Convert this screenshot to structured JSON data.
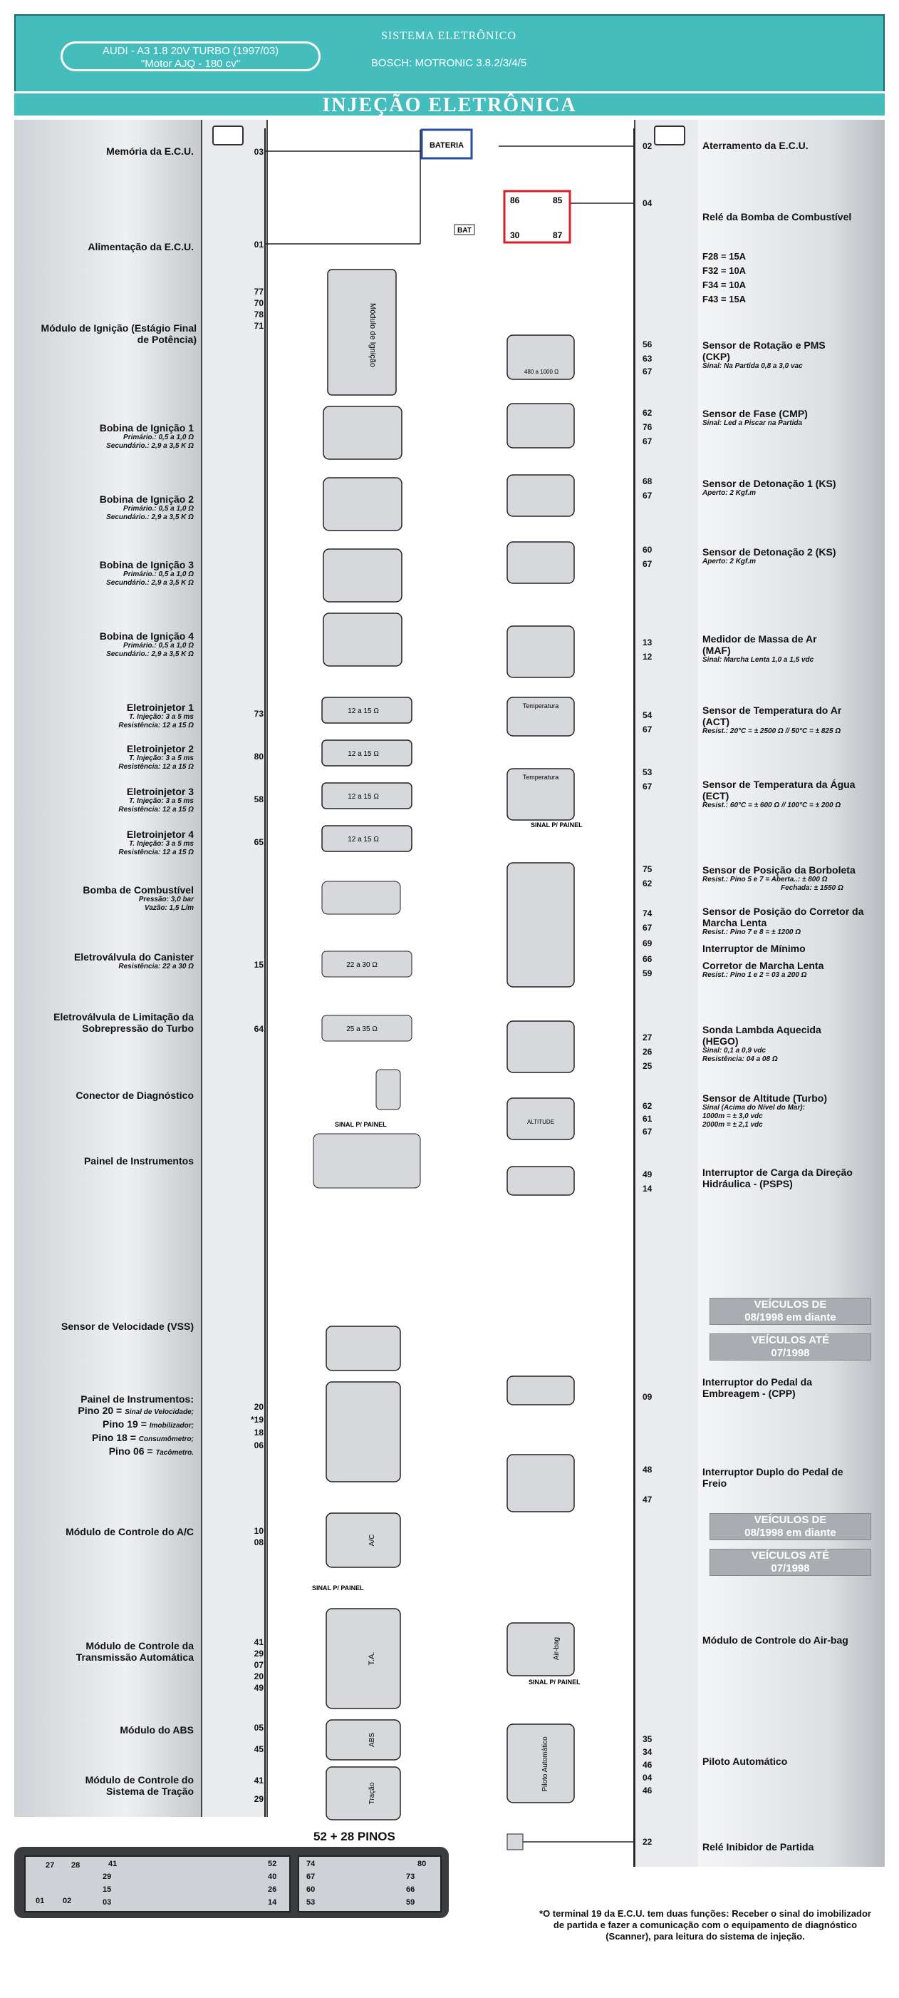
{
  "header": {
    "car_line1": "AUDI - A3 1.8 20V TURBO (1997/03)",
    "car_line2": "\"Motor AJQ - 180 cv\"",
    "system_title": "SISTEMA ELETRÔNICO",
    "system_subtitle": "BOSCH: MOTRONIC 3.8.2/3/4/5",
    "main_title": "INJEÇÃO ELETRÔNICA"
  },
  "left_components": [
    {
      "name": "Memória da E.C.U.",
      "sub": ""
    },
    {
      "name": "Alimentação da E.C.U.",
      "sub": ""
    },
    {
      "name": "Módulo de Ignição (Estágio Final de Potência)",
      "sub": ""
    },
    {
      "name": "Bobina de Ignição 1",
      "sub1": "Primário.: 0,5 a 1,0 Ω",
      "sub2": "Secundário.: 2,9 a 3,5 K Ω"
    },
    {
      "name": "Bobina de Ignição 2",
      "sub1": "Primário.: 0,5 a 1,0 Ω",
      "sub2": "Secundário.: 2,9 a 3,5 K Ω"
    },
    {
      "name": "Bobina de Ignição 3",
      "sub1": "Primário.: 0,5 a 1,0 Ω",
      "sub2": "Secundário.: 2,9 a 3,5 K Ω"
    },
    {
      "name": "Bobina de Ignição 4",
      "sub1": "Primário.: 0,5 a 1,0 Ω",
      "sub2": "Secundário.: 2,9 a 3,5 K Ω"
    },
    {
      "name": "Eletroinjetor 1",
      "sub1": "T. Injeção: 3 a 5 ms",
      "sub2": "Resistência: 12 a 15 Ω"
    },
    {
      "name": "Eletroinjetor 2",
      "sub1": "T. Injeção: 3 a 5 ms",
      "sub2": "Resistência: 12 a 15 Ω"
    },
    {
      "name": "Eletroinjetor 3",
      "sub1": "T. Injeção: 3 a 5 ms",
      "sub2": "Resistência: 12 a 15 Ω"
    },
    {
      "name": "Eletroinjetor 4",
      "sub1": "T. Injeção: 3 a 5 ms",
      "sub2": "Resistência: 12 a 15 Ω"
    },
    {
      "name": "Bomba de Combustível",
      "sub1": "Pressão: 3,0 bar",
      "sub2": "Vazão: 1,5 L/m"
    },
    {
      "name": "Eletroválvula do Canister",
      "sub1": "Resistência: 22 a 30 Ω",
      "sub2": ""
    },
    {
      "name": "Eletroválvula de Limitação da Sobrepressão do Turbo",
      "sub1": "",
      "sub2": ""
    },
    {
      "name": "Conector de Diagnóstico",
      "sub1": "",
      "sub2": ""
    },
    {
      "name": "Painel de Instrumentos",
      "sub1": "",
      "sub2": ""
    },
    {
      "name": "Sensor de Velocidade (VSS)",
      "sub1": "",
      "sub2": ""
    },
    {
      "name": "Painel de Instrumentos:",
      "sub1": "",
      "sub2": ""
    },
    {
      "name": "Módulo de Controle do A/C",
      "sub1": "",
      "sub2": ""
    },
    {
      "name": "Módulo de Controle da Transmissão Automática",
      "sub1": "",
      "sub2": ""
    },
    {
      "name": "Módulo do ABS",
      "sub1": "",
      "sub2": ""
    },
    {
      "name": "Módulo de Controle do Sistema de Tração",
      "sub1": "",
      "sub2": ""
    }
  ],
  "panel_pins": [
    {
      "pin": "Pino 20 =",
      "desc": "Sinal de Velocidade;"
    },
    {
      "pin": "Pino 19 =",
      "desc": "Imobilizador;"
    },
    {
      "pin": "Pino 18 =",
      "desc": "Consumômetro;"
    },
    {
      "pin": "Pino 06 =",
      "desc": "Tacômetro."
    }
  ],
  "right_components": [
    {
      "name": "Aterramento da E.C.U.",
      "sub": ""
    },
    {
      "name": "Relé da Bomba de Combustível",
      "sub": ""
    },
    {
      "name": "Sensor de Rotação e PMS (CKP)",
      "sub": "Sinal: Na Partida 0,8 a 3,0 vac"
    },
    {
      "name": "Sensor de Fase (CMP)",
      "sub": "Sinal: Led a Piscar na Partida"
    },
    {
      "name": "Sensor de Detonação 1 (KS)",
      "sub": "Aperto: 2 Kgf.m"
    },
    {
      "name": "Sensor de Detonação 2 (KS)",
      "sub": "Aperto: 2 Kgf.m"
    },
    {
      "name": "Medidor de Massa de Ar (MAF)",
      "sub": "Sinal: Marcha Lenta 1,0 a 1,5 vdc"
    },
    {
      "name": "Sensor de Temperatura do Ar (ACT)",
      "sub": "Resist.: 20°C = ± 2500 Ω // 50°C = ± 825 Ω"
    },
    {
      "name": "Sensor de Temperatura da Água (ECT)",
      "sub": "Resist.: 60°C = ± 600 Ω // 100°C = ± 200 Ω"
    },
    {
      "name": "Sensor de Posição da Borboleta",
      "sub": "Resist.: Pino 5 e 7 = Aberta..: ± 800 Ω"
    },
    {
      "name": "Sensor de Posição do Corretor da Marcha Lenta",
      "sub": "Resist.: Pino 7 e 8 = ± 1200 Ω"
    },
    {
      "name": "Interruptor de Mínimo",
      "sub": ""
    },
    {
      "name": "Corretor de Marcha Lenta",
      "sub": "Resist.: Pino 1 e 2 = 03 a 200 Ω"
    },
    {
      "name": "Sonda Lambda Aquecida (HEGO)",
      "sub": "Sinal: 0,1 a 0,9 vdc"
    },
    {
      "name": "Sensor de Altitude (Turbo)",
      "sub": "Sinal (Acima do Nível do Mar):"
    },
    {
      "name": "Interruptor de Carga da Direção Hidráulica - (PSPS)",
      "sub": ""
    },
    {
      "name": "Interruptor do Pedal da Embreagem - (CPP)",
      "sub": ""
    },
    {
      "name": "Interruptor Duplo do Pedal de Freio",
      "sub": ""
    },
    {
      "name": "Módulo de Controle do Air-bag",
      "sub": ""
    },
    {
      "name": "Piloto Automático",
      "sub": ""
    },
    {
      "name": "Relé Inibidor de Partida",
      "sub": ""
    }
  ],
  "extra_text": {
    "tps_closed": "Fechada: ± 1550 Ω",
    "hego_heater": "Resistência: 04 a 08 Ω",
    "alt_1": "1000m = ± 3,0 vdc",
    "alt_2": "2000m = ± 2,1 vdc"
  },
  "fuses": [
    "F28 = 15A",
    "F32 = 10A",
    "F34 = 10A",
    "F43 = 15A"
  ],
  "vehicle_notes": [
    {
      "line1": "VEÍCULOS DE",
      "line2": "08/1998 em diante"
    },
    {
      "line1": "VEÍCULOS ATÉ",
      "line2": "07/1998"
    },
    {
      "line1": "VEÍCULOS DE",
      "line2": "08/1998 em diante"
    },
    {
      "line1": "VEÍCULOS ATÉ",
      "line2": "07/1998"
    }
  ],
  "left_pin_numbers": [
    "03",
    "01",
    "77",
    "70",
    "78",
    "71",
    "73",
    "80",
    "58",
    "65",
    "15",
    "64",
    "20",
    "*19",
    "18",
    "06",
    "10",
    "08",
    "41",
    "29",
    "07",
    "20",
    "49",
    "05",
    "45",
    "41",
    "29"
  ],
  "right_pin_numbers": [
    "02",
    "04",
    "56",
    "63",
    "67",
    "62",
    "76",
    "67",
    "68",
    "67",
    "60",
    "67",
    "13",
    "12",
    "54",
    "67",
    "53",
    "67",
    "75",
    "62",
    "74",
    "67",
    "69",
    "66",
    "59",
    "27",
    "26",
    "25",
    "62",
    "61",
    "67",
    "49",
    "14",
    "09",
    "48",
    "47",
    "35",
    "34",
    "46",
    "04",
    "46",
    "22"
  ],
  "diagram_labels": {
    "battery": "BATERIA",
    "ignition_module": "Módulo de Ignição",
    "relay_86": "86",
    "relay_85": "85",
    "relay_30": "30",
    "relay_87": "87",
    "bat": "BAT",
    "temperatura": "Temperatura",
    "sinal_painel": "SINAL P/ PAINEL",
    "ac": "A/C",
    "ta": "T.A.",
    "abs": "ABS",
    "tracao": "Tração",
    "airbag": "Air-bag",
    "piloto": "Piloto Automático",
    "altitude": "ALTITUDE",
    "ohm_inj": "12 a 15 Ω",
    "ohm_can": "22 a 30 Ω",
    "ohm_turbo": "25 a 35 Ω",
    "ckp_ohm": "480 a 1000 Ω"
  },
  "connector": {
    "title": "52 + 28 PINOS",
    "row_a": [
      "27",
      "28",
      "41",
      "52",
      "74",
      "80"
    ],
    "row_b": [
      "29",
      "40",
      "67",
      "73"
    ],
    "row_c": [
      "15",
      "26",
      "60",
      "66"
    ],
    "row_d": [
      "01",
      "02",
      "03",
      "14",
      "53",
      "59"
    ]
  },
  "footnote": "*O terminal 19 da E.C.U. tem duas funções: Receber o sinal do imobilizador de partida e fazer a comunicação com o equipamento de diagnóstico (Scanner), para leitura do sistema de injeção."
}
